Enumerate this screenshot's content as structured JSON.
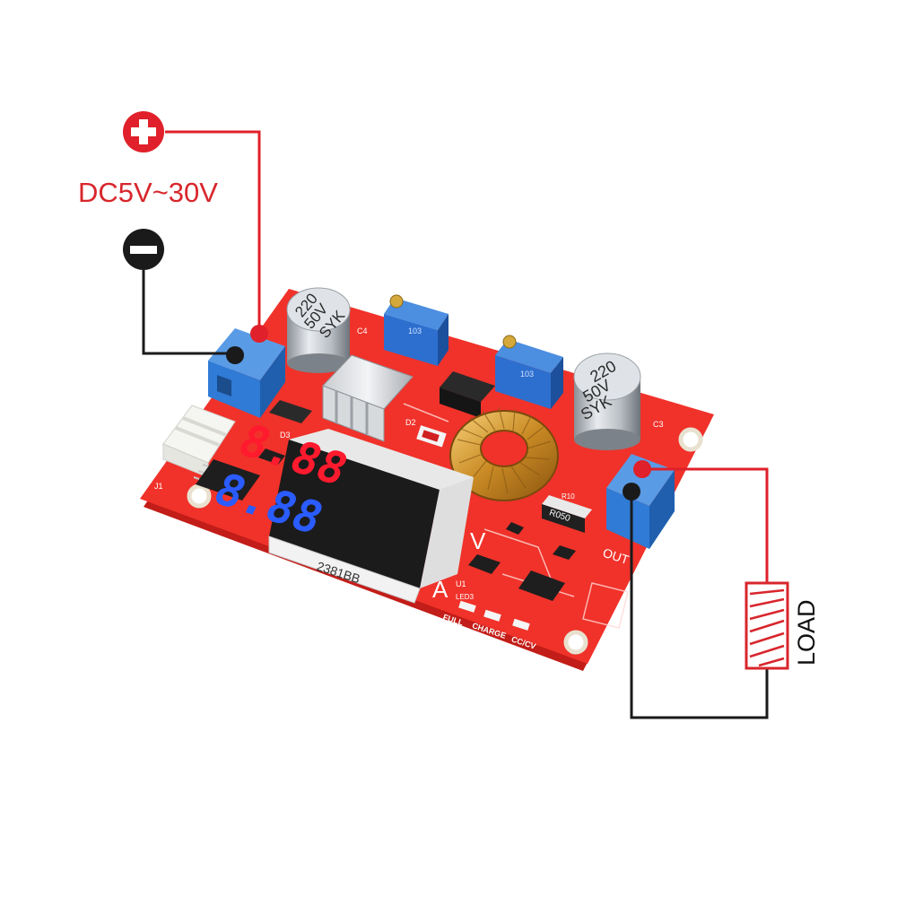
{
  "input": {
    "voltage_label": "DC5V~30V",
    "positive_symbol": "plus-icon",
    "negative_symbol": "minus-icon"
  },
  "load": {
    "label": "LOAD"
  },
  "board": {
    "cap1": [
      "220",
      "50V",
      "SYK"
    ],
    "cap2": [
      "220",
      "50V",
      "SYK"
    ],
    "pot_code": "103",
    "display_top": "8.88",
    "display_bottom": "8.88",
    "display_part": "2381BB",
    "unit_v": "V",
    "unit_a": "A",
    "led_labels": [
      "FULL",
      "CHARGE",
      "CC/CV"
    ],
    "led_ref": "LED3",
    "resistor_code": "R050",
    "resistor_ref": "R10",
    "out_label": "OUT",
    "connector_ref": "J1",
    "ref_u1": "U1",
    "ref_d2": "D2",
    "ref_d3": "D3",
    "ref_c3": "C3",
    "ref_c4": "C4"
  },
  "colors": {
    "wire_positive": "#e0202a",
    "wire_negative": "#1a1a1a",
    "pcb": "#f0322a",
    "terminal": "#2f7bd6",
    "display_red": "#ff1a2e",
    "display_blue": "#2a5cff"
  }
}
